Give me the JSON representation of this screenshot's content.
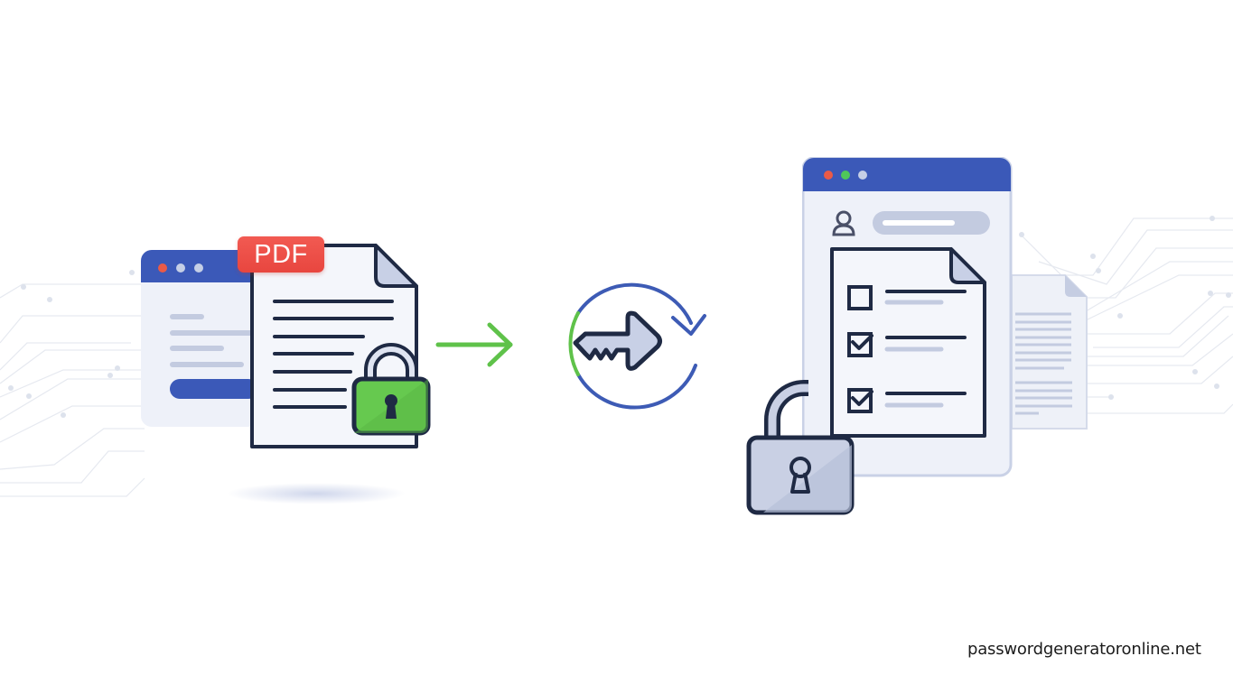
{
  "illustration": {
    "description": "PDF password removal flow: locked PDF -> key refresh -> unlocked document in browser",
    "source_panel": {
      "badge_label": "PDF",
      "browser_dots": [
        "#ea5a47",
        "#c5cfe6",
        "#c5cfe6"
      ],
      "lock_color": "#5fc24a"
    },
    "process_panel": {
      "arrow_color": "#5fc24a",
      "ring_colors": [
        "#3d5bb5",
        "#5fc24a"
      ],
      "icon": "key-icon"
    },
    "result_panel": {
      "browser_dots": [
        "#ea5a47",
        "#4fc85a",
        "#c5cfe6"
      ],
      "checklist": [
        {
          "checked": false
        },
        {
          "checked": true
        },
        {
          "checked": true
        }
      ],
      "lock_color": "#c9d0e4"
    }
  },
  "colors": {
    "brand_blue": "#3b59b8",
    "outline": "#1f2a44",
    "pdf_red": "#ee4b43",
    "green": "#5fc24a",
    "panel_bg": "#eef1f9",
    "line_grey": "#c3cbe0"
  },
  "watermark": {
    "text": "passwordgeneratoronline.net"
  }
}
